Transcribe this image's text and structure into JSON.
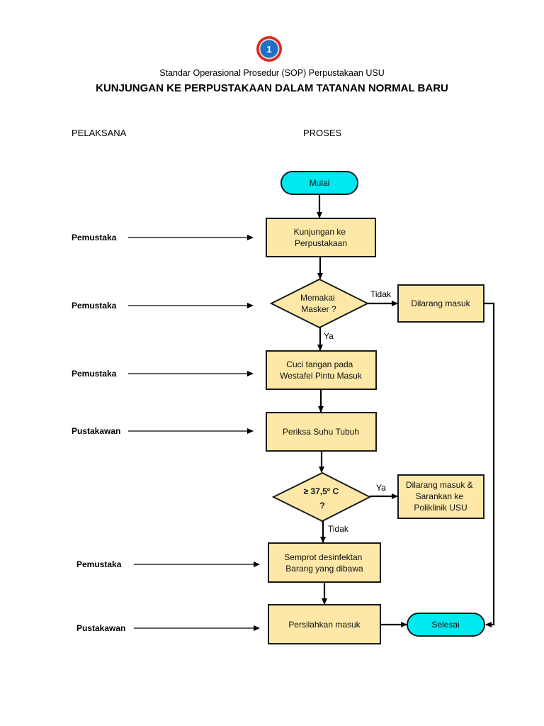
{
  "badge": {
    "number": "1"
  },
  "header": {
    "subtitle": "Standar Operasional Prosedur (SOP) Perpustakaan USU",
    "title": "KUNJUNGAN KE PERPUSTAKAAN DALAM TATANAN NORMAL BARU"
  },
  "columns": {
    "executor": "PELAKSANA",
    "process": "PROSES"
  },
  "nodes": {
    "start": "Mulai",
    "visit": [
      "Kunjungan ke",
      "Perpustakaan"
    ],
    "mask_check": [
      "Memakai",
      "Masker ?"
    ],
    "denied": "Dilarang masuk",
    "wash": [
      "Cuci tangan pada",
      "Westafel Pintu Masuk"
    ],
    "temp_check": "Periksa Suhu Tubuh",
    "temp_decision": [
      "≥ 37,5º C",
      "?"
    ],
    "denied_clinic": [
      "Dilarang masuk &",
      "Sarankan ke",
      "Poliklinik USU"
    ],
    "spray": [
      "Semprot desinfektan",
      "Barang yang dibawa"
    ],
    "enter": "Persilahkan masuk",
    "end": "Selesai"
  },
  "edges": {
    "mask_no": "Tidak",
    "mask_yes": "Ya",
    "temp_yes": "Ya",
    "temp_no": "Tidak"
  },
  "actors": [
    "Pemustaka",
    "Pemustaka",
    "Pemustaka",
    "Pustakawan",
    "Pemustaka",
    "Pustakawan"
  ],
  "colors": {
    "terminator": "#00e8f0",
    "process": "#fde8a8",
    "badge_ring": "#e0241b",
    "badge_fill": "#1f6fc4"
  }
}
